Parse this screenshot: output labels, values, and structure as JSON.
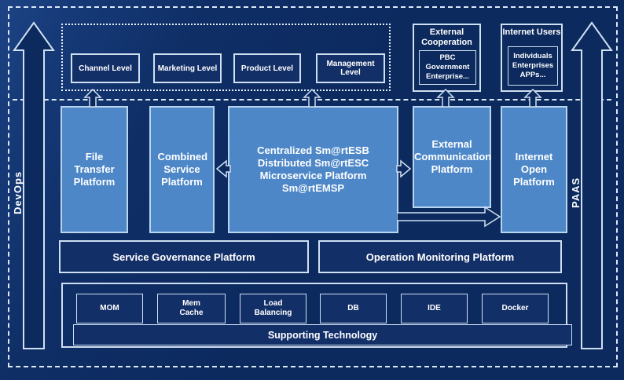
{
  "rails": {
    "left": "DevOps",
    "right": "PAAS"
  },
  "colors": {
    "background": "#0c2a5e",
    "box_light": "#4d87c8",
    "box_dark": "#132f68",
    "line": "#dde9f7",
    "text": "#ffffff"
  },
  "levels": {
    "items": [
      {
        "label": "Channel Level"
      },
      {
        "label": "Marketing Level"
      },
      {
        "label": "Product Level"
      },
      {
        "label": "Management Level"
      }
    ]
  },
  "top_right": {
    "external_cooperation": {
      "title": "External Cooperation",
      "lines": [
        "PBC Government",
        "Enterprise..."
      ]
    },
    "internet_users": {
      "title": "Internet Users",
      "lines": [
        "Individuals",
        "Enterprises",
        "APPs..."
      ]
    }
  },
  "platforms": {
    "file_transfer": "File Transfer Platform",
    "combined": "Combined Service Platform",
    "central": {
      "lines": [
        "Centralized Sm@rtESB",
        "Distributed Sm@rtESC",
        "Microservice Platform Sm@rtEMSP"
      ]
    },
    "external_comm": "External Communication Platform",
    "internet_open": "Internet Open Platform"
  },
  "governance": {
    "service": "Service Governance Platform",
    "monitoring": "Operation Monitoring Platform"
  },
  "tech": {
    "items": [
      {
        "label": "MOM"
      },
      {
        "label": "Mem Cache"
      },
      {
        "label": "Load Balancing"
      },
      {
        "label": "DB"
      },
      {
        "label": "IDE"
      },
      {
        "label": "Docker"
      }
    ],
    "supporting": "Supporting Technology"
  }
}
